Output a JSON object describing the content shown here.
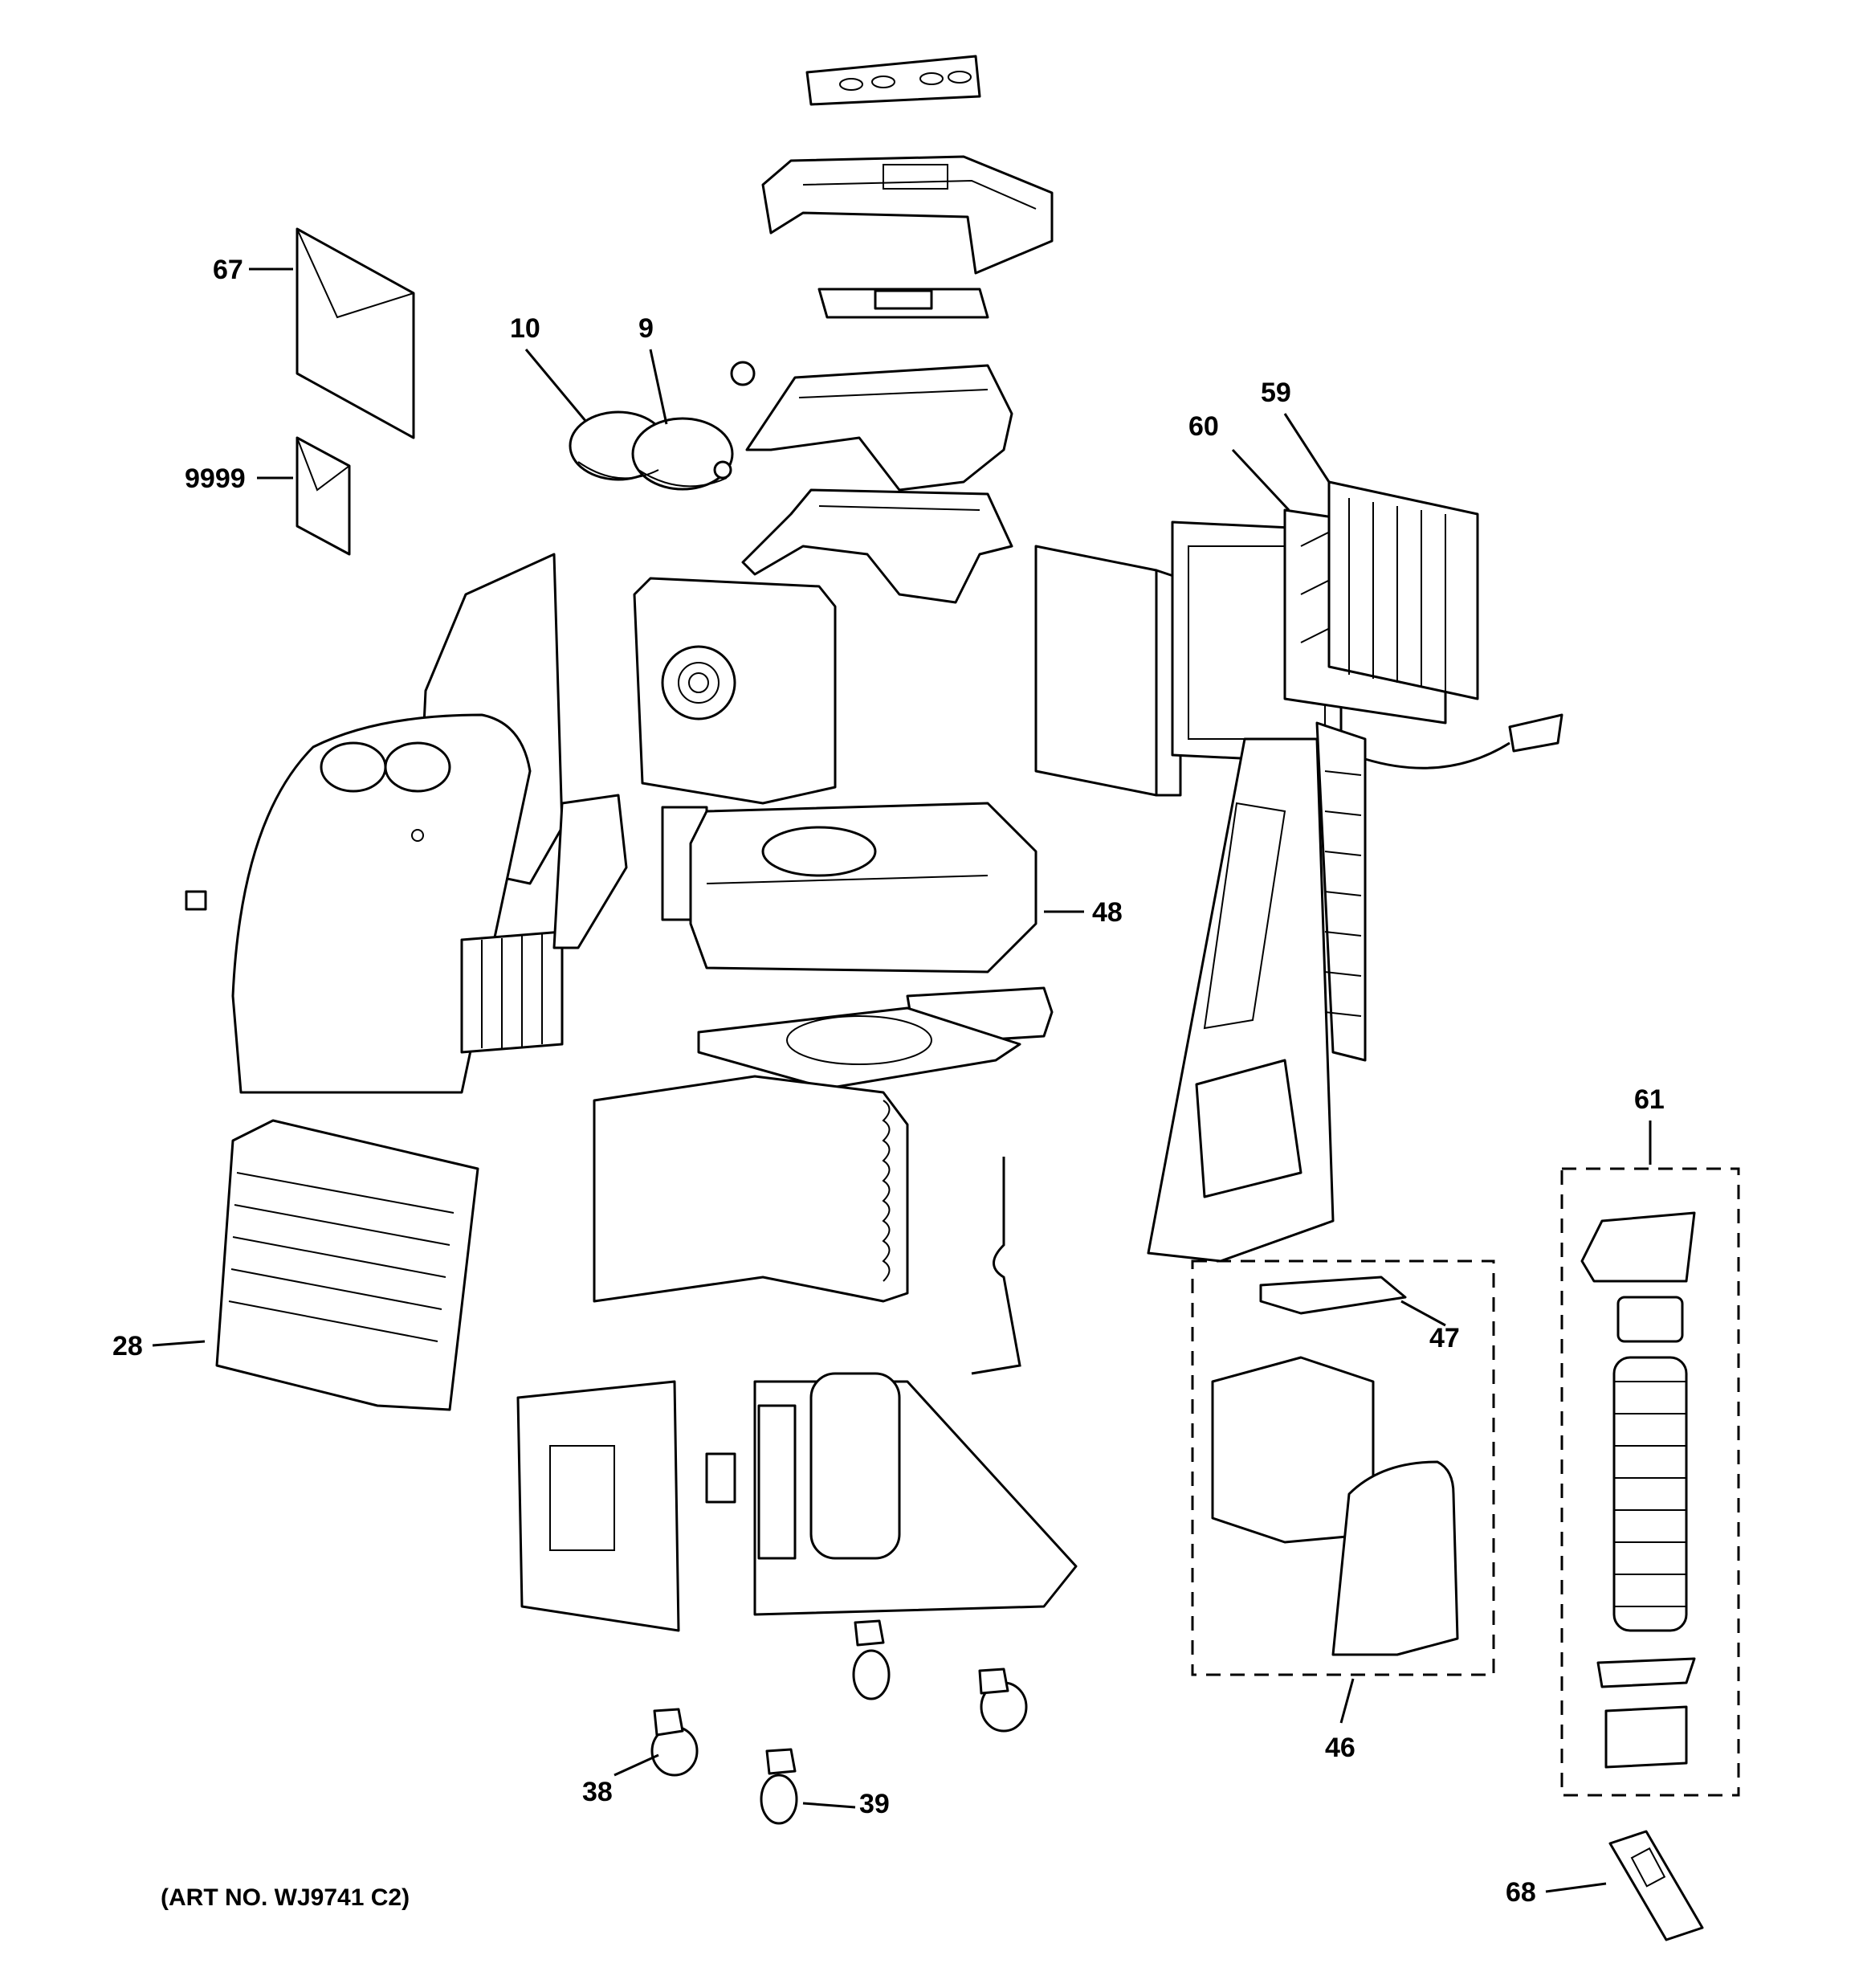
{
  "callouts": {
    "c67": "67",
    "c10": "10",
    "c9": "9",
    "c9999": "9999",
    "c59": "59",
    "c60": "60",
    "c48": "48",
    "c28": "28",
    "c61": "61",
    "c47": "47",
    "c46": "46",
    "c38": "38",
    "c39": "39",
    "c68": "68"
  },
  "art_number": "(ART NO. WJ9741 C2)",
  "colors": {
    "line": "#000000",
    "background": "#ffffff"
  }
}
